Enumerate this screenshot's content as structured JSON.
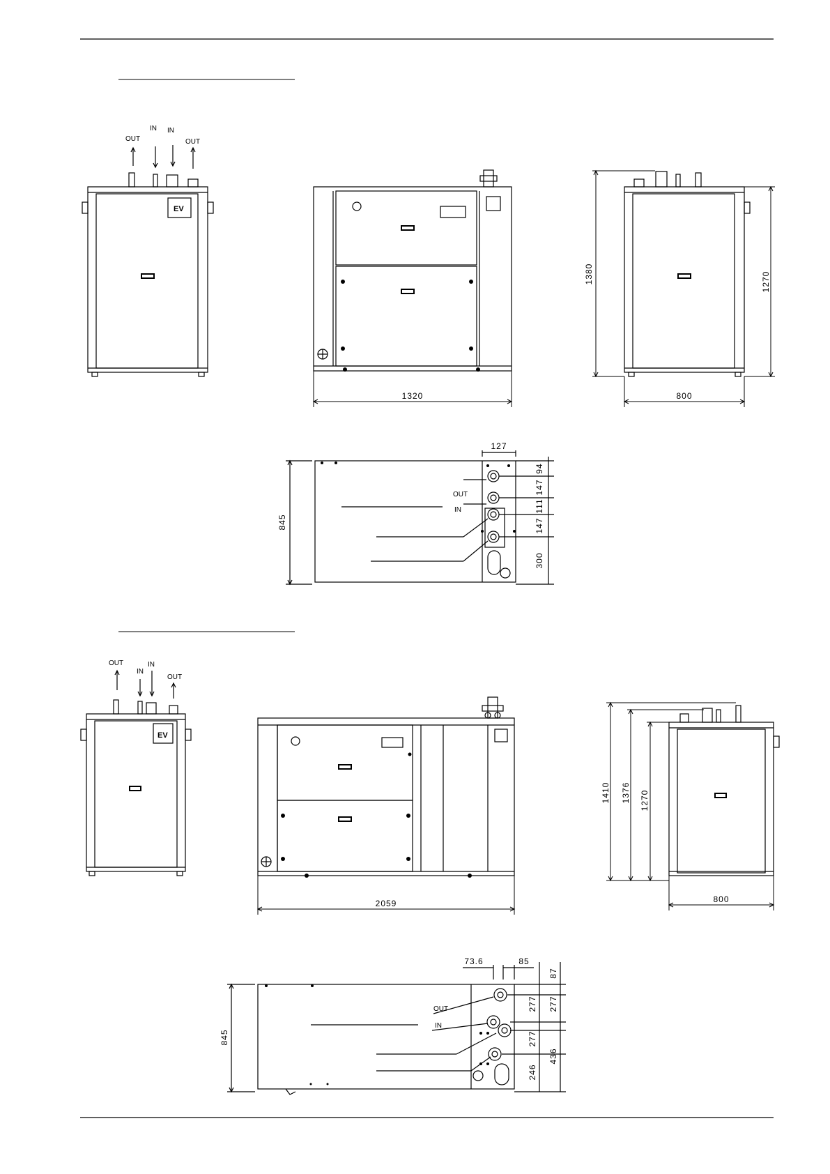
{
  "labels": {
    "out": "OUT",
    "in": "IN",
    "ev": "EV"
  },
  "unit1": {
    "width": "1320",
    "depth": "800",
    "height_total": "1380",
    "height_body": "1270",
    "plan_depth": "845",
    "plan_dims": [
      "127",
      "94",
      "147",
      "111",
      "147",
      "300"
    ]
  },
  "unit2": {
    "width": "2059",
    "depth": "800",
    "height_total": "1410",
    "height_mid": "1376",
    "height_body": "1270",
    "plan_depth": "845",
    "plan_dims": [
      "73.6",
      "85",
      "87",
      "277",
      "277",
      "277",
      "246",
      "436"
    ]
  }
}
